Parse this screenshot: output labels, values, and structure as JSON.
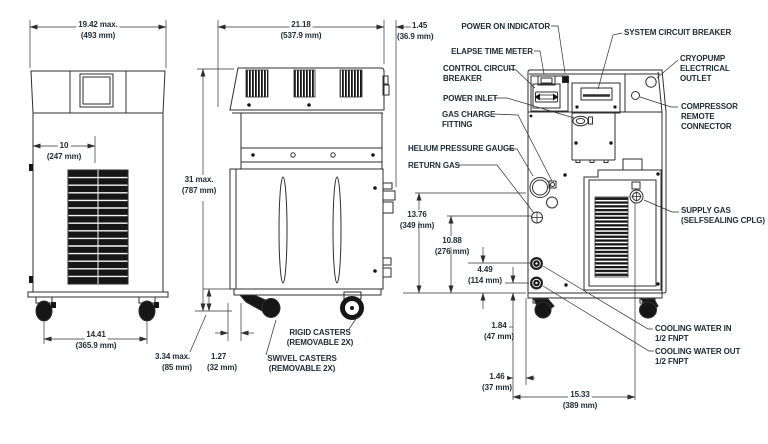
{
  "colors": {
    "line": "#2e2e2e",
    "dark_fill": "#161616",
    "text": "#1c2a33"
  },
  "front_view": {
    "dim_width_in": "19.42 max.",
    "dim_width_mm": "(493 mm)",
    "dim_panel_in": "10",
    "dim_panel_mm": "(247 mm)",
    "dim_caster_span_in": "14.41",
    "dim_caster_span_mm": "(365.9 mm)"
  },
  "side_view": {
    "dim_depth_in": "21.18",
    "dim_depth_mm": "(537.9 mm)",
    "dim_rear_fitting_in": "1.45",
    "dim_rear_fitting_mm": "(36.9 mm)",
    "dim_height_in": "31 max.",
    "dim_height_mm": "(787 mm)",
    "dim_clearance_in": "3.34 max.",
    "dim_clearance_mm": "(85 mm)",
    "dim_caster_offset_in": "1.27",
    "dim_caster_offset_mm": "(32 mm)",
    "rigid_casters": [
      "RIGID CASTERS",
      "(REMOVABLE 2X)"
    ],
    "swivel_casters": [
      "SWIVEL CASTERS",
      "(REMOVABLE 2X)"
    ]
  },
  "rear_view": {
    "labels": {
      "power_on_indicator": "POWER ON INDICATOR",
      "elapse_time_meter": "ELAPSE TIME METER",
      "control_circuit_breaker": [
        "CONTROL CIRCUIT",
        "BREAKER"
      ],
      "power_inlet": "POWER INLET",
      "gas_charge_fitting": [
        "GAS CHARGE",
        "FITTING"
      ],
      "helium_pressure_gauge": "HELIUM PRESSURE GAUGE",
      "return_gas": "RETURN GAS",
      "system_circuit_breaker": "SYSTEM CIRCUIT BREAKER",
      "cryopump_electrical_outlet": [
        "CRYOPUMP",
        "ELECTRICAL",
        "OUTLET"
      ],
      "compressor_remote_connector": [
        "COMPRESSOR",
        "REMOTE",
        "CONNECTOR"
      ],
      "supply_gas": [
        "SUPPLY GAS",
        "(SELFSEALING CPLG)"
      ],
      "cooling_water_in": [
        "COOLING WATER IN",
        "1/2 FNPT"
      ],
      "cooling_water_out": [
        "COOLING WATER OUT",
        "1/2 FNPT"
      ]
    },
    "dims": {
      "gauge_height_in": "13.76",
      "gauge_height_mm": "(349 mm)",
      "return_height_in": "10.88",
      "return_height_mm": "(276 mm)",
      "water_in_height_in": "4.49",
      "water_in_height_mm": "(114 mm)",
      "water_out_height_in": "1.84",
      "water_out_height_mm": "(47 mm)",
      "edge_offset_in": "1.46",
      "edge_offset_mm": "(37 mm)",
      "caster_span_in": "15.33",
      "caster_span_mm": "(389 mm)"
    }
  }
}
